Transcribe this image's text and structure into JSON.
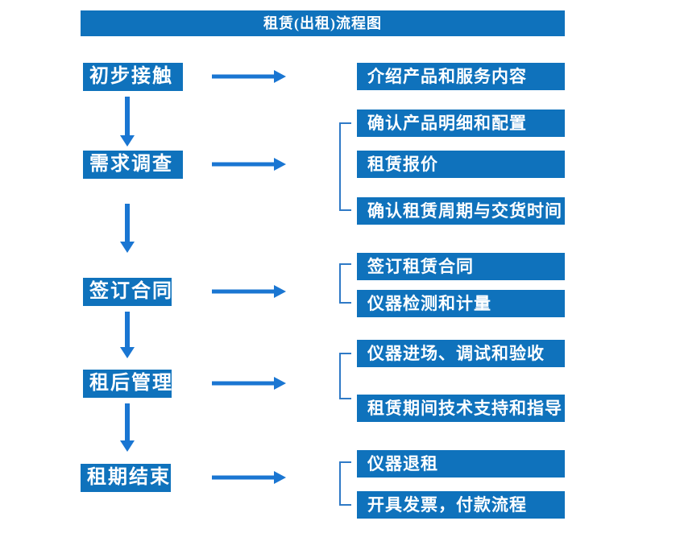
{
  "title": "租赁(出租)流程图",
  "colors": {
    "background": "#ffffff",
    "box_blue": "#0f72bc",
    "arrow_blue": "#1a76d2",
    "bracket_blue": "#2f7ac6",
    "text_white": "#ffffff"
  },
  "steps": [
    {
      "label": "初步接触",
      "details": [
        "介绍产品和服务内容"
      ]
    },
    {
      "label": "需求调查",
      "details": [
        "确认产品明细和配置",
        "租赁报价",
        "确认租赁周期与交货时间"
      ]
    },
    {
      "label": "签订合同",
      "details": [
        "签订租赁合同",
        "仪器检测和计量"
      ]
    },
    {
      "label": "租后管理",
      "details": [
        "仪器进场、调试和验收",
        "租赁期间技术支持和指导"
      ]
    },
    {
      "label": "租期结束",
      "details": [
        "仪器退租",
        "开具发票，付款流程"
      ]
    }
  ]
}
